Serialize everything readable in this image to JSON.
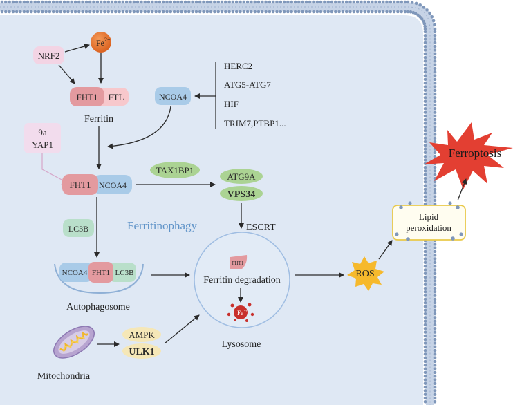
{
  "labels": {
    "fe2_base": "Fe",
    "fe2_sup": "2+",
    "nrf2": "NRF2",
    "fht1": "FHT1",
    "ftl": "FTL",
    "ferritin": "Ferritin",
    "ncoa4": "NCOA4",
    "herc2": "HERC2",
    "atg5_atg7": "ATG5-ATG7",
    "hif": "HIF",
    "trim7": "TRIM7,PTBP1...",
    "inhib_9a": "9a",
    "inhib_yap1": "YAP1",
    "tax1bp1": "TAX1BP1",
    "atg9a": "ATG9A",
    "vps34": "VPS34",
    "lc3b": "LC3B",
    "ferritinophagy": "Ferritinophagy",
    "escrt": "ESCRT",
    "autophagosome": "Autophagosome",
    "ferritin_degradation": "Ferritin degradation",
    "fe3_base": "Fe",
    "fe3_sup": "3+",
    "lysosome": "Lysosome",
    "mitochondria": "Mitochondria",
    "ampk": "AMPK",
    "ulk1": "ULK1",
    "ros": "ROS",
    "lipid": "Lipid",
    "peroxidation": "peroxidation",
    "ferroptosis": "Ferroptosis"
  },
  "colors": {
    "cell_fill": "#dfe8f4",
    "membrane_head": "#7f97ba",
    "fht1": "#e39a9f",
    "ftl": "#f7c8cc",
    "ncoa4": "#a9cbe8",
    "lc3b": "#b9dfca",
    "green_pill": "#abd393",
    "nrf2": "#f3d4e4",
    "inhib": "#f2dced",
    "fe2": "#e8742c",
    "fe3": "#c8302c",
    "ampk_ulk1": "#f5e7b7",
    "ros": "#f6b92c",
    "ferroptosis": "#e33f32",
    "ferritinophagy_text": "#5f93c8"
  }
}
